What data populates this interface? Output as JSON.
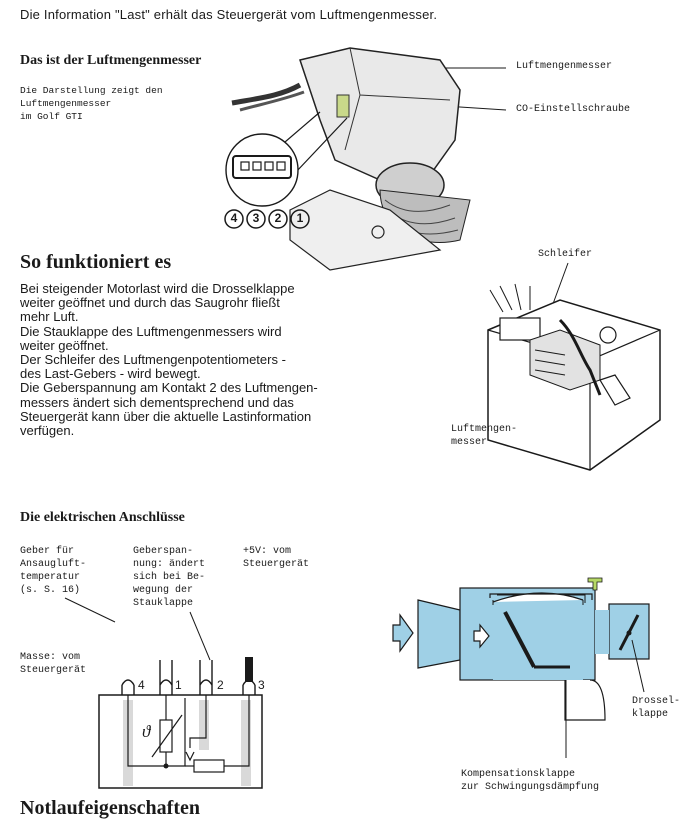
{
  "intro": "Die Information \"Last\" erhält das Steuergerät vom Luftmengenmesser.",
  "section1": {
    "title": "Das ist der Luftmengenmesser",
    "caption": [
      "Die Darstellung zeigt den",
      "Luftmengenmesser",
      "im Golf GTI"
    ],
    "label_meter": "Luftmengenmesser",
    "label_screw": "CO-Einstellschraube",
    "pins": [
      "4",
      "3",
      "2",
      "1"
    ]
  },
  "section2": {
    "title": "So funktioniert es",
    "paragraph": [
      "Bei steigender Motorlast wird die Drosselklappe",
      "weiter geöffnet und durch das Saugrohr fließt",
      "mehr Luft.",
      "Die Stauklappe des Luftmengenmessers wird",
      "weiter geöffnet.",
      "Der Schleifer des Luftmengenpotentiometers -",
      "des Last-Gebers - wird bewegt.",
      "Die Geberspannung am Kontakt 2 des Luftmengen-",
      "messers ändert sich dementsprechend und das",
      "Steuergerät kann über die aktuelle Lastinformation",
      "verfügen."
    ],
    "label_schleifer": "Schleifer",
    "label_meter": [
      "Luftmengen-",
      "messer"
    ]
  },
  "section3": {
    "title": "Die elektrischen Anschlüsse",
    "geber": [
      "Geber für",
      "Ansaugluft-",
      "temperatur",
      "(s. S. 16)"
    ],
    "spannung": [
      "Geberspan-",
      "nung: ändert",
      "sich bei Be-",
      "wegung der",
      "Stauklappe"
    ],
    "plus5v": [
      "+5V: vom",
      "Steuergerät"
    ],
    "masse": [
      "Masse: vom",
      "Steuergerät"
    ],
    "terminals": [
      "4",
      "1",
      "2",
      "3"
    ],
    "theta": "ϑ",
    "drossel": [
      "Drossel-",
      "klappe"
    ],
    "kompensation": [
      "Kompensationsklappe",
      "zur Schwingungsdämpfung"
    ]
  },
  "section4": {
    "title": "Notlaufeigenschaften"
  },
  "colors": {
    "diagram_blue": "#9fd0e6",
    "diagram_dark": "#1a1a1a"
  }
}
